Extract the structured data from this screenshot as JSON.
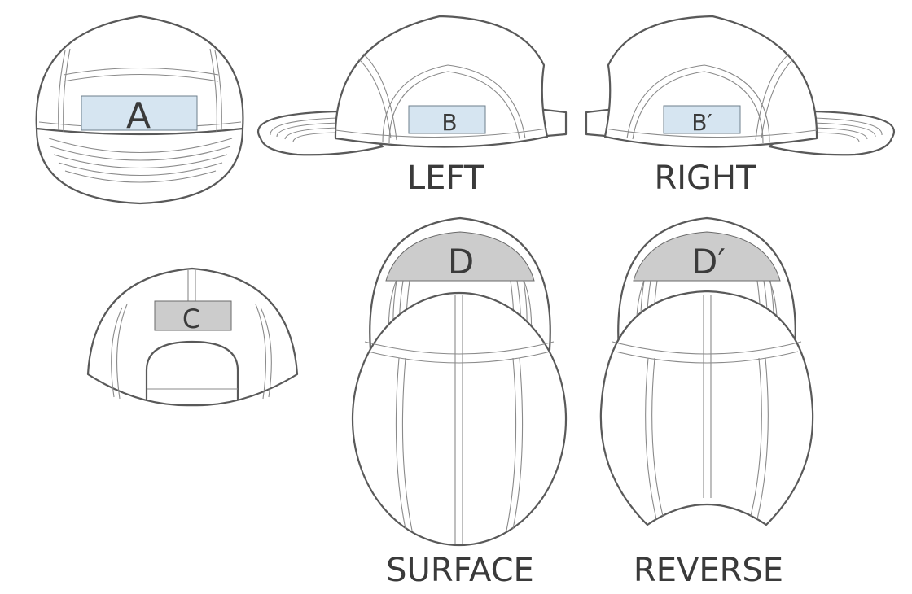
{
  "areas": {
    "front": "A",
    "left": "B",
    "right": "B′",
    "back": "C",
    "surface_top": "D",
    "reverse_top": "D′"
  },
  "views": {
    "left": "LEFT",
    "right": "RIGHT",
    "surface": "SURFACE",
    "reverse": "REVERSE"
  },
  "colors": {
    "print_area_blue": "#d6e5f1",
    "print_area_gray": "#cccccc",
    "outline": "#595959"
  }
}
